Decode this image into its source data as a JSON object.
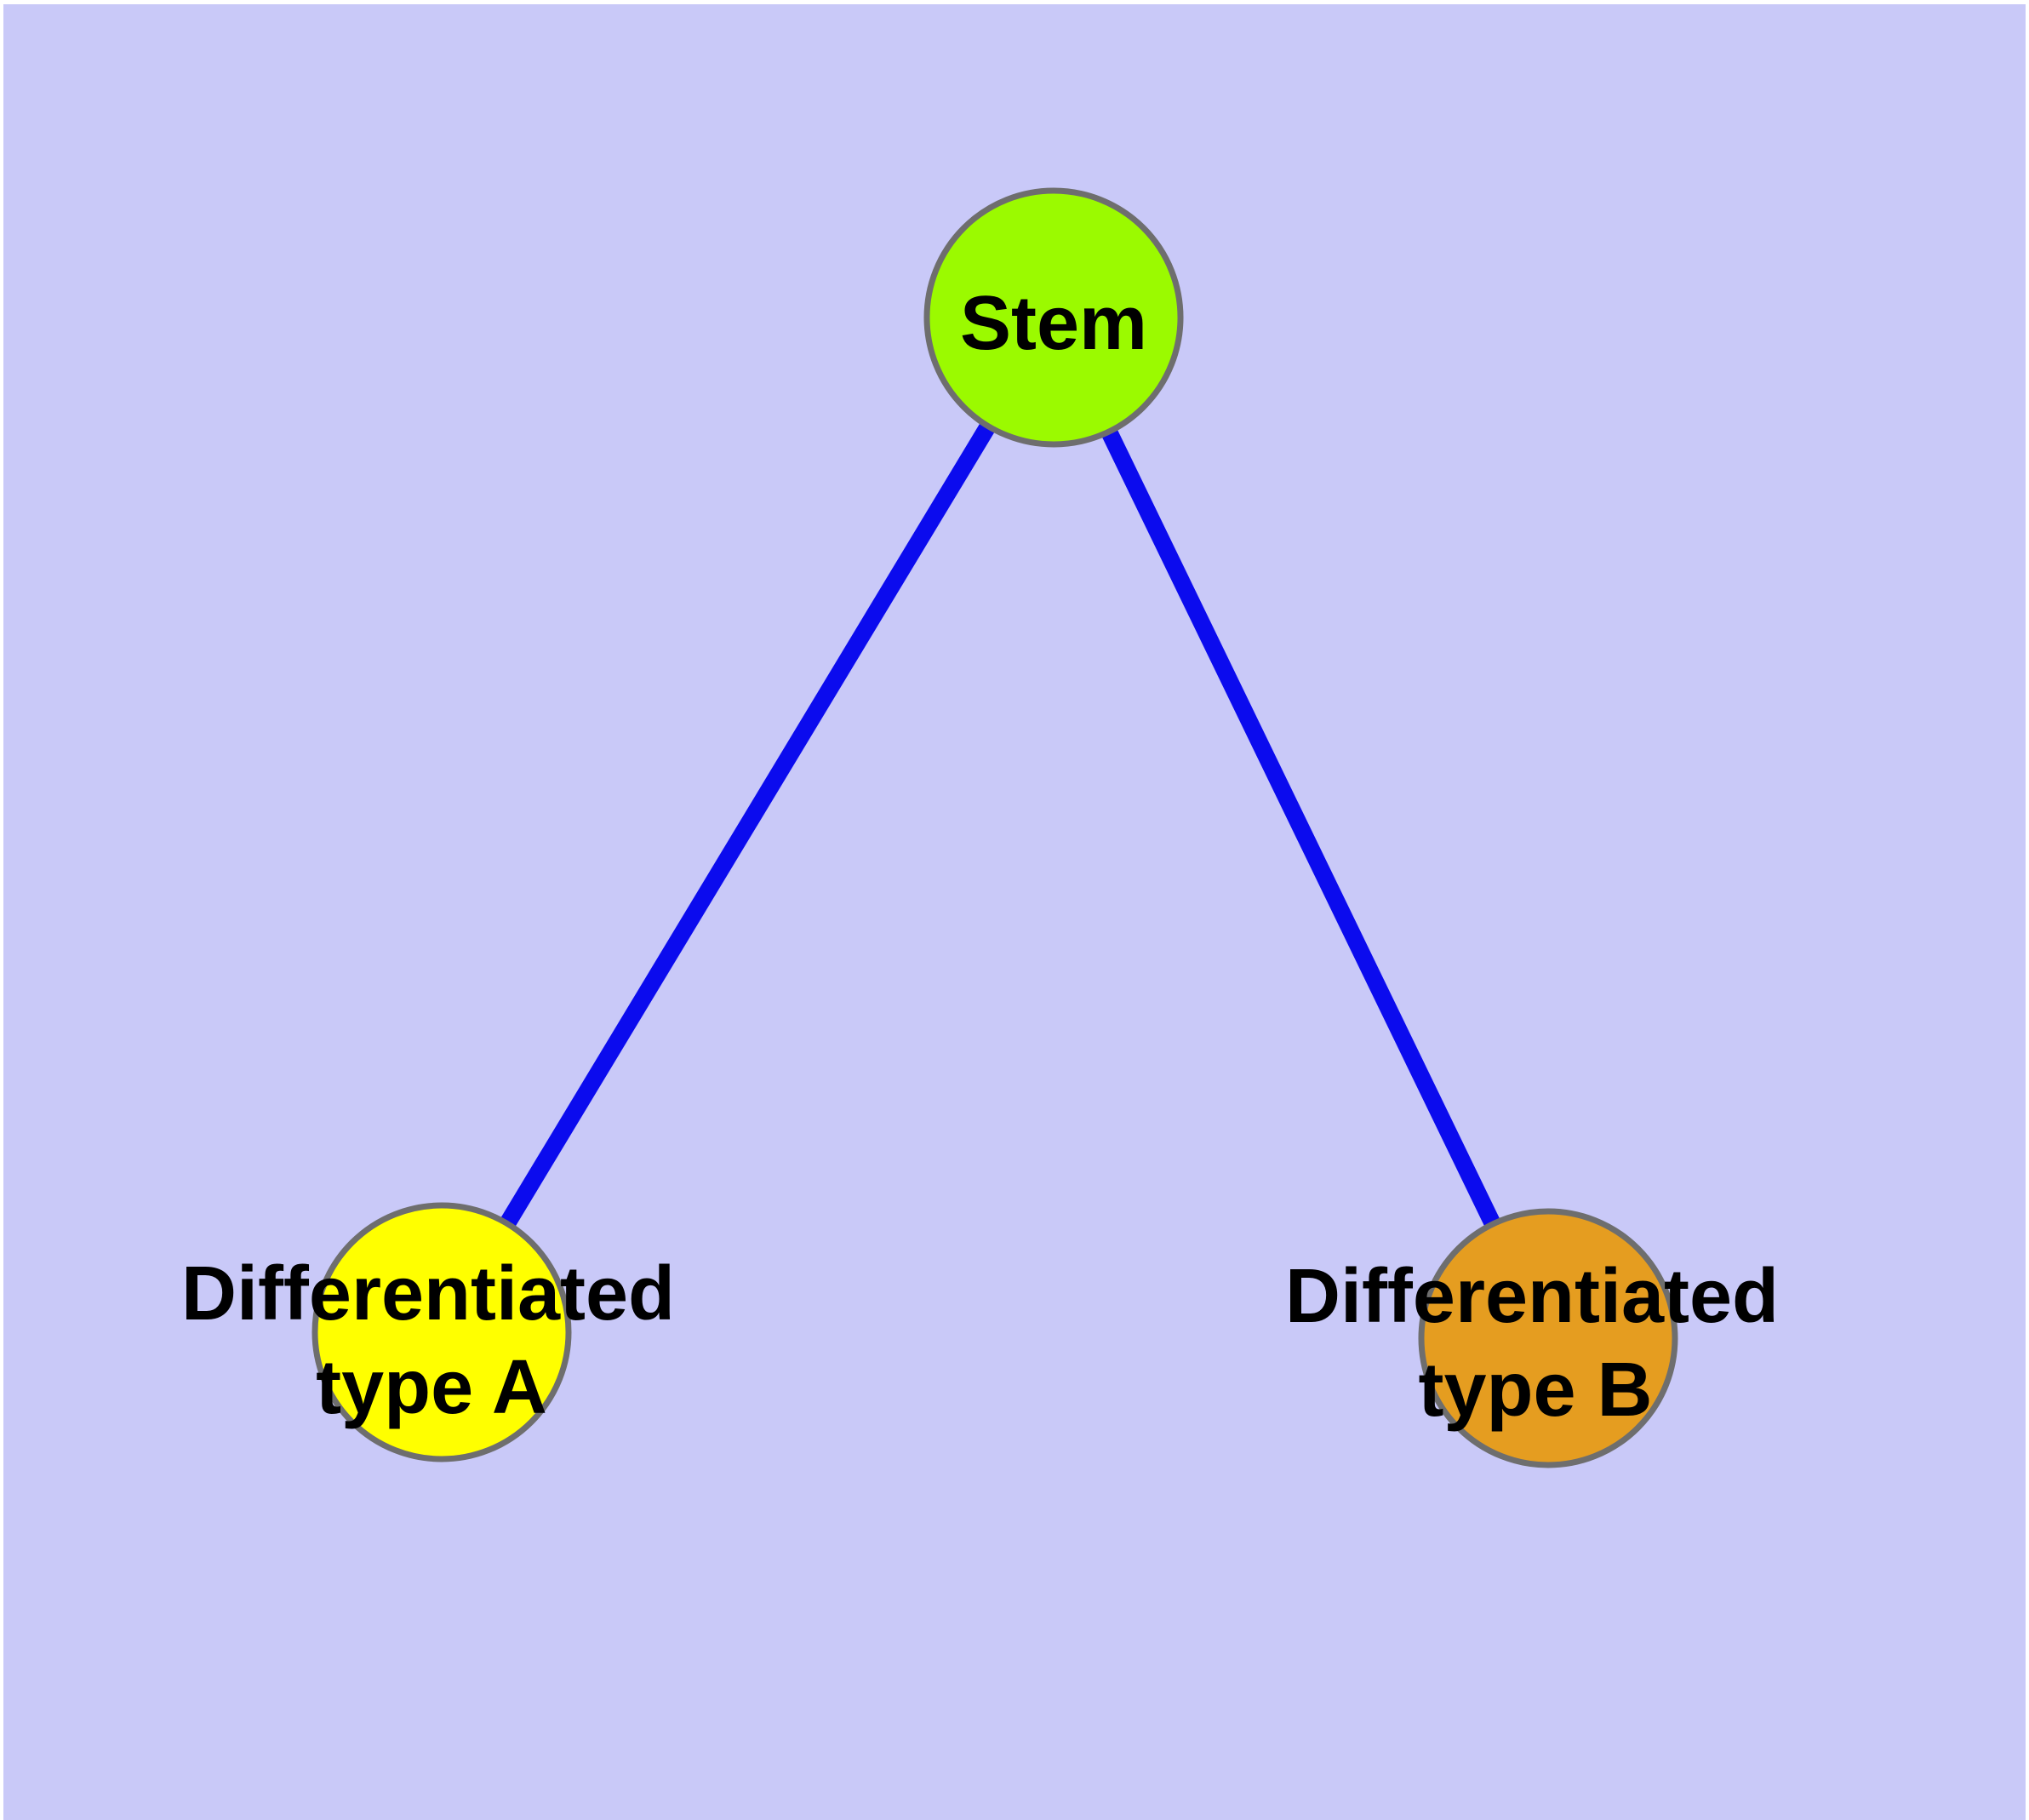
{
  "diagram": {
    "title": "",
    "type": "graph",
    "colors": {
      "page_margin": "#FFFFFF",
      "background": "#C9C9F8",
      "edge": "#0B0BEE",
      "node_border": "#6E6E6E",
      "label_text": "#000000"
    },
    "nodes": [
      {
        "id": "stem",
        "label": "Stem",
        "lines": [
          "Stem"
        ],
        "fill": "#9BFA00"
      },
      {
        "id": "differentiated-type-a",
        "label": "Differentiated type A",
        "lines": [
          "Differentiated",
          "type A"
        ],
        "fill": "#FFFF00"
      },
      {
        "id": "differentiated-type-b",
        "label": "Differentiated type B",
        "lines": [
          "Differentiated",
          "type B"
        ],
        "fill": "#E59D20"
      }
    ],
    "edges": [
      {
        "from": "Stem",
        "to": "Differentiated type A"
      },
      {
        "from": "Stem",
        "to": "Differentiated type B"
      }
    ]
  }
}
